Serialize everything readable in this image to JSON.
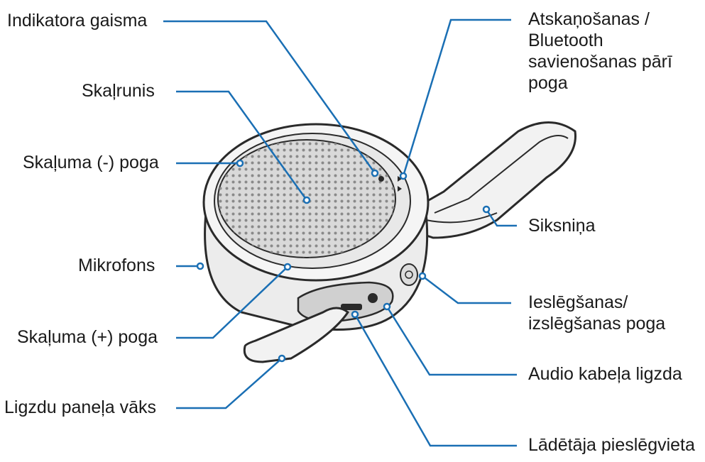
{
  "labels": {
    "indicator_light": "Indikatora gaisma",
    "speaker": "Skaļrunis",
    "volume_down": "Skaļuma (-) poga",
    "microphone": "Mikrofons",
    "volume_up": "Skaļuma (+) poga",
    "port_cover": "Ligzdu paneļa vāks",
    "play_bluetooth": "Atskaņošanas /\nBluetooth\nsavienošanas pārī\npoga",
    "strap": "Siksniņa",
    "power": "Ieslēgšanas/\nizslēgšanas poga",
    "audio_jack": "Audio kabeļa ligzda",
    "charger_port": "Lādētāja pieslēgvieta"
  },
  "colors": {
    "leader_line": "#1a6fb4",
    "outline": "#2a2a2a",
    "body_fill": "#ececec",
    "grille_fill": "#d9d9d9",
    "dot": "#8a8a8a"
  }
}
